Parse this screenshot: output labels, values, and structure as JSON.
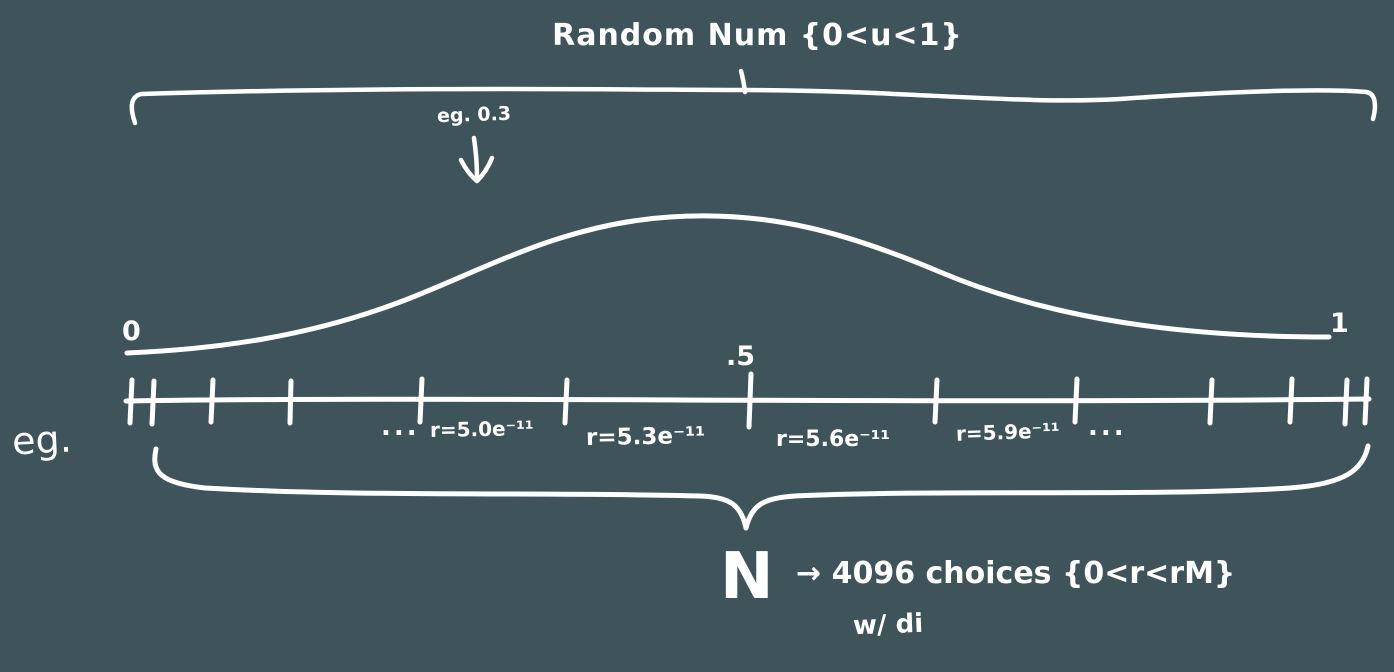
{
  "canvas": {
    "bg": "#3e545a",
    "ink": "#ffffff"
  },
  "title": "Random Num {0<u<1}",
  "annotation": {
    "example": "eg. 0.3"
  },
  "axis": {
    "left": "0",
    "mid": ".5",
    "right": "1"
  },
  "intervals": {
    "dots_left": "...",
    "labels": [
      "r=5.0e⁻¹¹",
      "r=5.3e⁻¹¹",
      "r=5.6e⁻¹¹",
      "r=5.9e⁻¹¹"
    ],
    "dots_right": "..."
  },
  "side_label": "eg.",
  "summary": {
    "n": "N",
    "choices": "→ 4096 choices {0<r<rM}",
    "note": "w/ di"
  }
}
